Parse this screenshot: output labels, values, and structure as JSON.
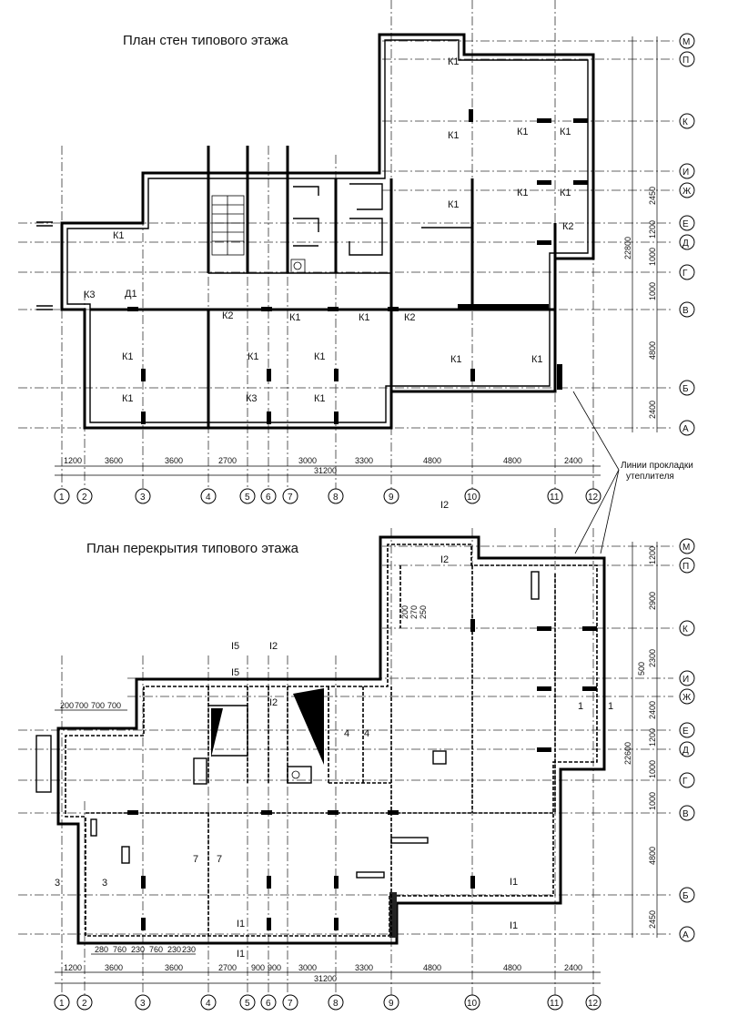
{
  "plans": {
    "walls_title": "План стен типового этажа",
    "slab_title": "План перекрытия типового этажа"
  },
  "insulation_note": {
    "line1": "Линии прокладки",
    "line2": "утеплителя"
  },
  "axes_numbered": [
    "1",
    "2",
    "3",
    "4",
    "5",
    "6",
    "7",
    "8",
    "9",
    "10",
    "11",
    "12"
  ],
  "axes_lettered_top": [
    "М",
    "П",
    "К",
    "И",
    "Ж",
    "Е",
    "Д",
    "Г",
    "В",
    "Б",
    "А"
  ],
  "axes_lettered_bottom": [
    "М",
    "П",
    "К",
    "И",
    "Ж",
    "Е",
    "Д",
    "Г",
    "В",
    "Б",
    "А"
  ],
  "dims_horizontal_top": [
    "1200",
    "3600",
    "3600",
    "2700",
    "3000",
    "3300",
    "4800",
    "4800",
    "2400"
  ],
  "dims_horizontal_bottom": [
    "1200",
    "3600",
    "3600",
    "2700",
    "900",
    "900",
    "3000",
    "3300",
    "4800",
    "4800",
    "2400"
  ],
  "dims_total": "31200",
  "dims_vertical_top": [
    "2450",
    "1200",
    "1000",
    "1000",
    "4800",
    "2400"
  ],
  "dims_vertical_top_total": "22800",
  "dims_vertical_bottom": [
    "1200",
    "2900",
    "2300",
    "2400",
    "1200",
    "1000",
    "1000",
    "4800",
    "2450"
  ],
  "dims_vertical_bottom_total": "22600",
  "dim_500": "500",
  "top_marks": {
    "k1": "К1",
    "k2": "К2",
    "k3": "К3",
    "d1": "Д1"
  },
  "bottom_marks": {
    "m1": "1",
    "m2": "I2",
    "m3": "3",
    "m4": "4",
    "m5": "I5",
    "m7": "7",
    "m11": "I1"
  },
  "small_dims": {
    "rib_a": "200",
    "rib_b": "700",
    "rib_c": "280",
    "rib_d": "230",
    "rib_e": "270",
    "rib_f": "760",
    "rib_g": "250"
  }
}
